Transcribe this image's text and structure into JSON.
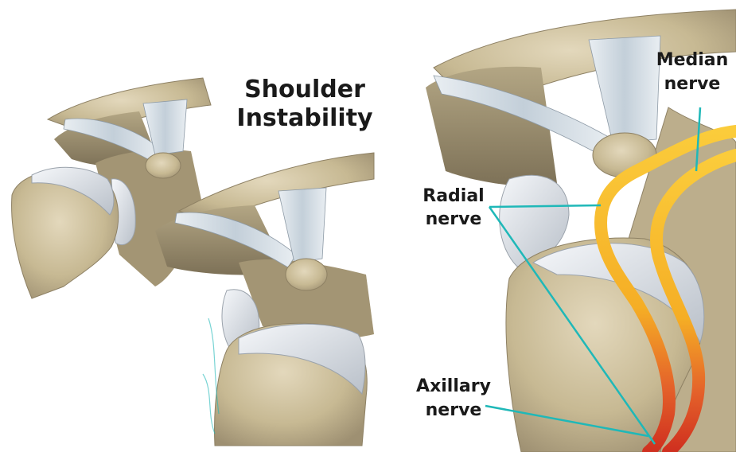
{
  "title": {
    "line1": "Shoulder",
    "line2": "Instability"
  },
  "labels": {
    "median": {
      "line1": "Median",
      "line2": "nerve"
    },
    "radial": {
      "line1": "Radial",
      "line2": "nerve"
    },
    "axillary": {
      "line1": "Axillary",
      "line2": "nerve"
    }
  },
  "colors": {
    "bone": "#c9bb98",
    "bone_shadow": "#8e8164",
    "cartilage": "#dfe4ea",
    "ligament": "#c8d3dc",
    "nerve_yellow": "#f5b425",
    "nerve_red": "#d8402a",
    "leader_line": "#1fb8b8"
  },
  "icons": {
    "left_shoulder": "normal-shoulder-illustration",
    "middle_shoulder": "dislocated-shoulder-illustration",
    "right_shoulder": "shoulder-nerves-illustration"
  }
}
